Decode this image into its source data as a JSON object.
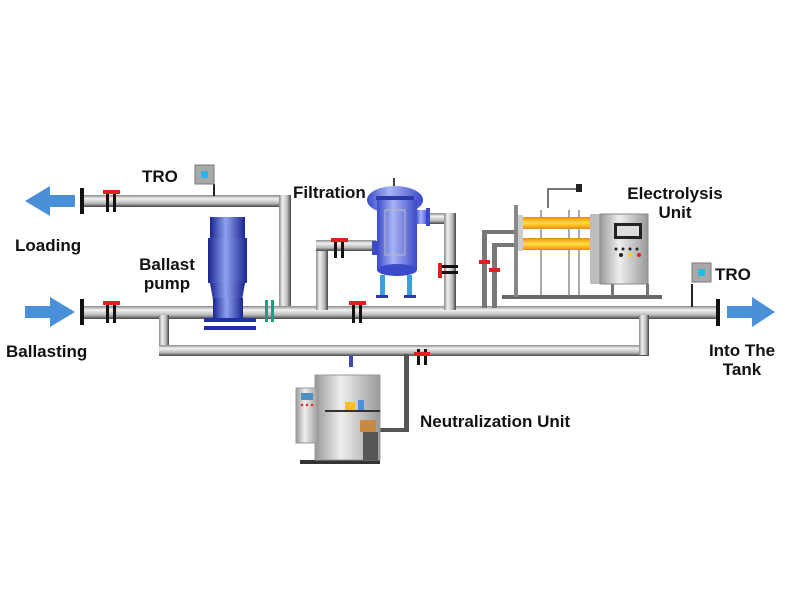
{
  "diagram": {
    "labels": {
      "tro_top": "TRO",
      "filtration": "Filtration",
      "electrolysis_line1": "Electrolysis",
      "electrolysis_line2": "Unit",
      "loading": "Loading",
      "ballast_line1": "Ballast",
      "ballast_line2": "pump",
      "tro_right": "TRO",
      "ballasting": "Ballasting",
      "into_line1": "Into The",
      "into_line2": "Tank",
      "neutralization": "Neutralization Unit"
    },
    "colors": {
      "arrow": "#4a90d9",
      "pipe": "#c8c8c8",
      "pipe_edge": "#555555",
      "valve": "#e02020",
      "pump": "#2a3ab8",
      "sensor": "#29b6e8",
      "heater": "#f5c020"
    }
  }
}
